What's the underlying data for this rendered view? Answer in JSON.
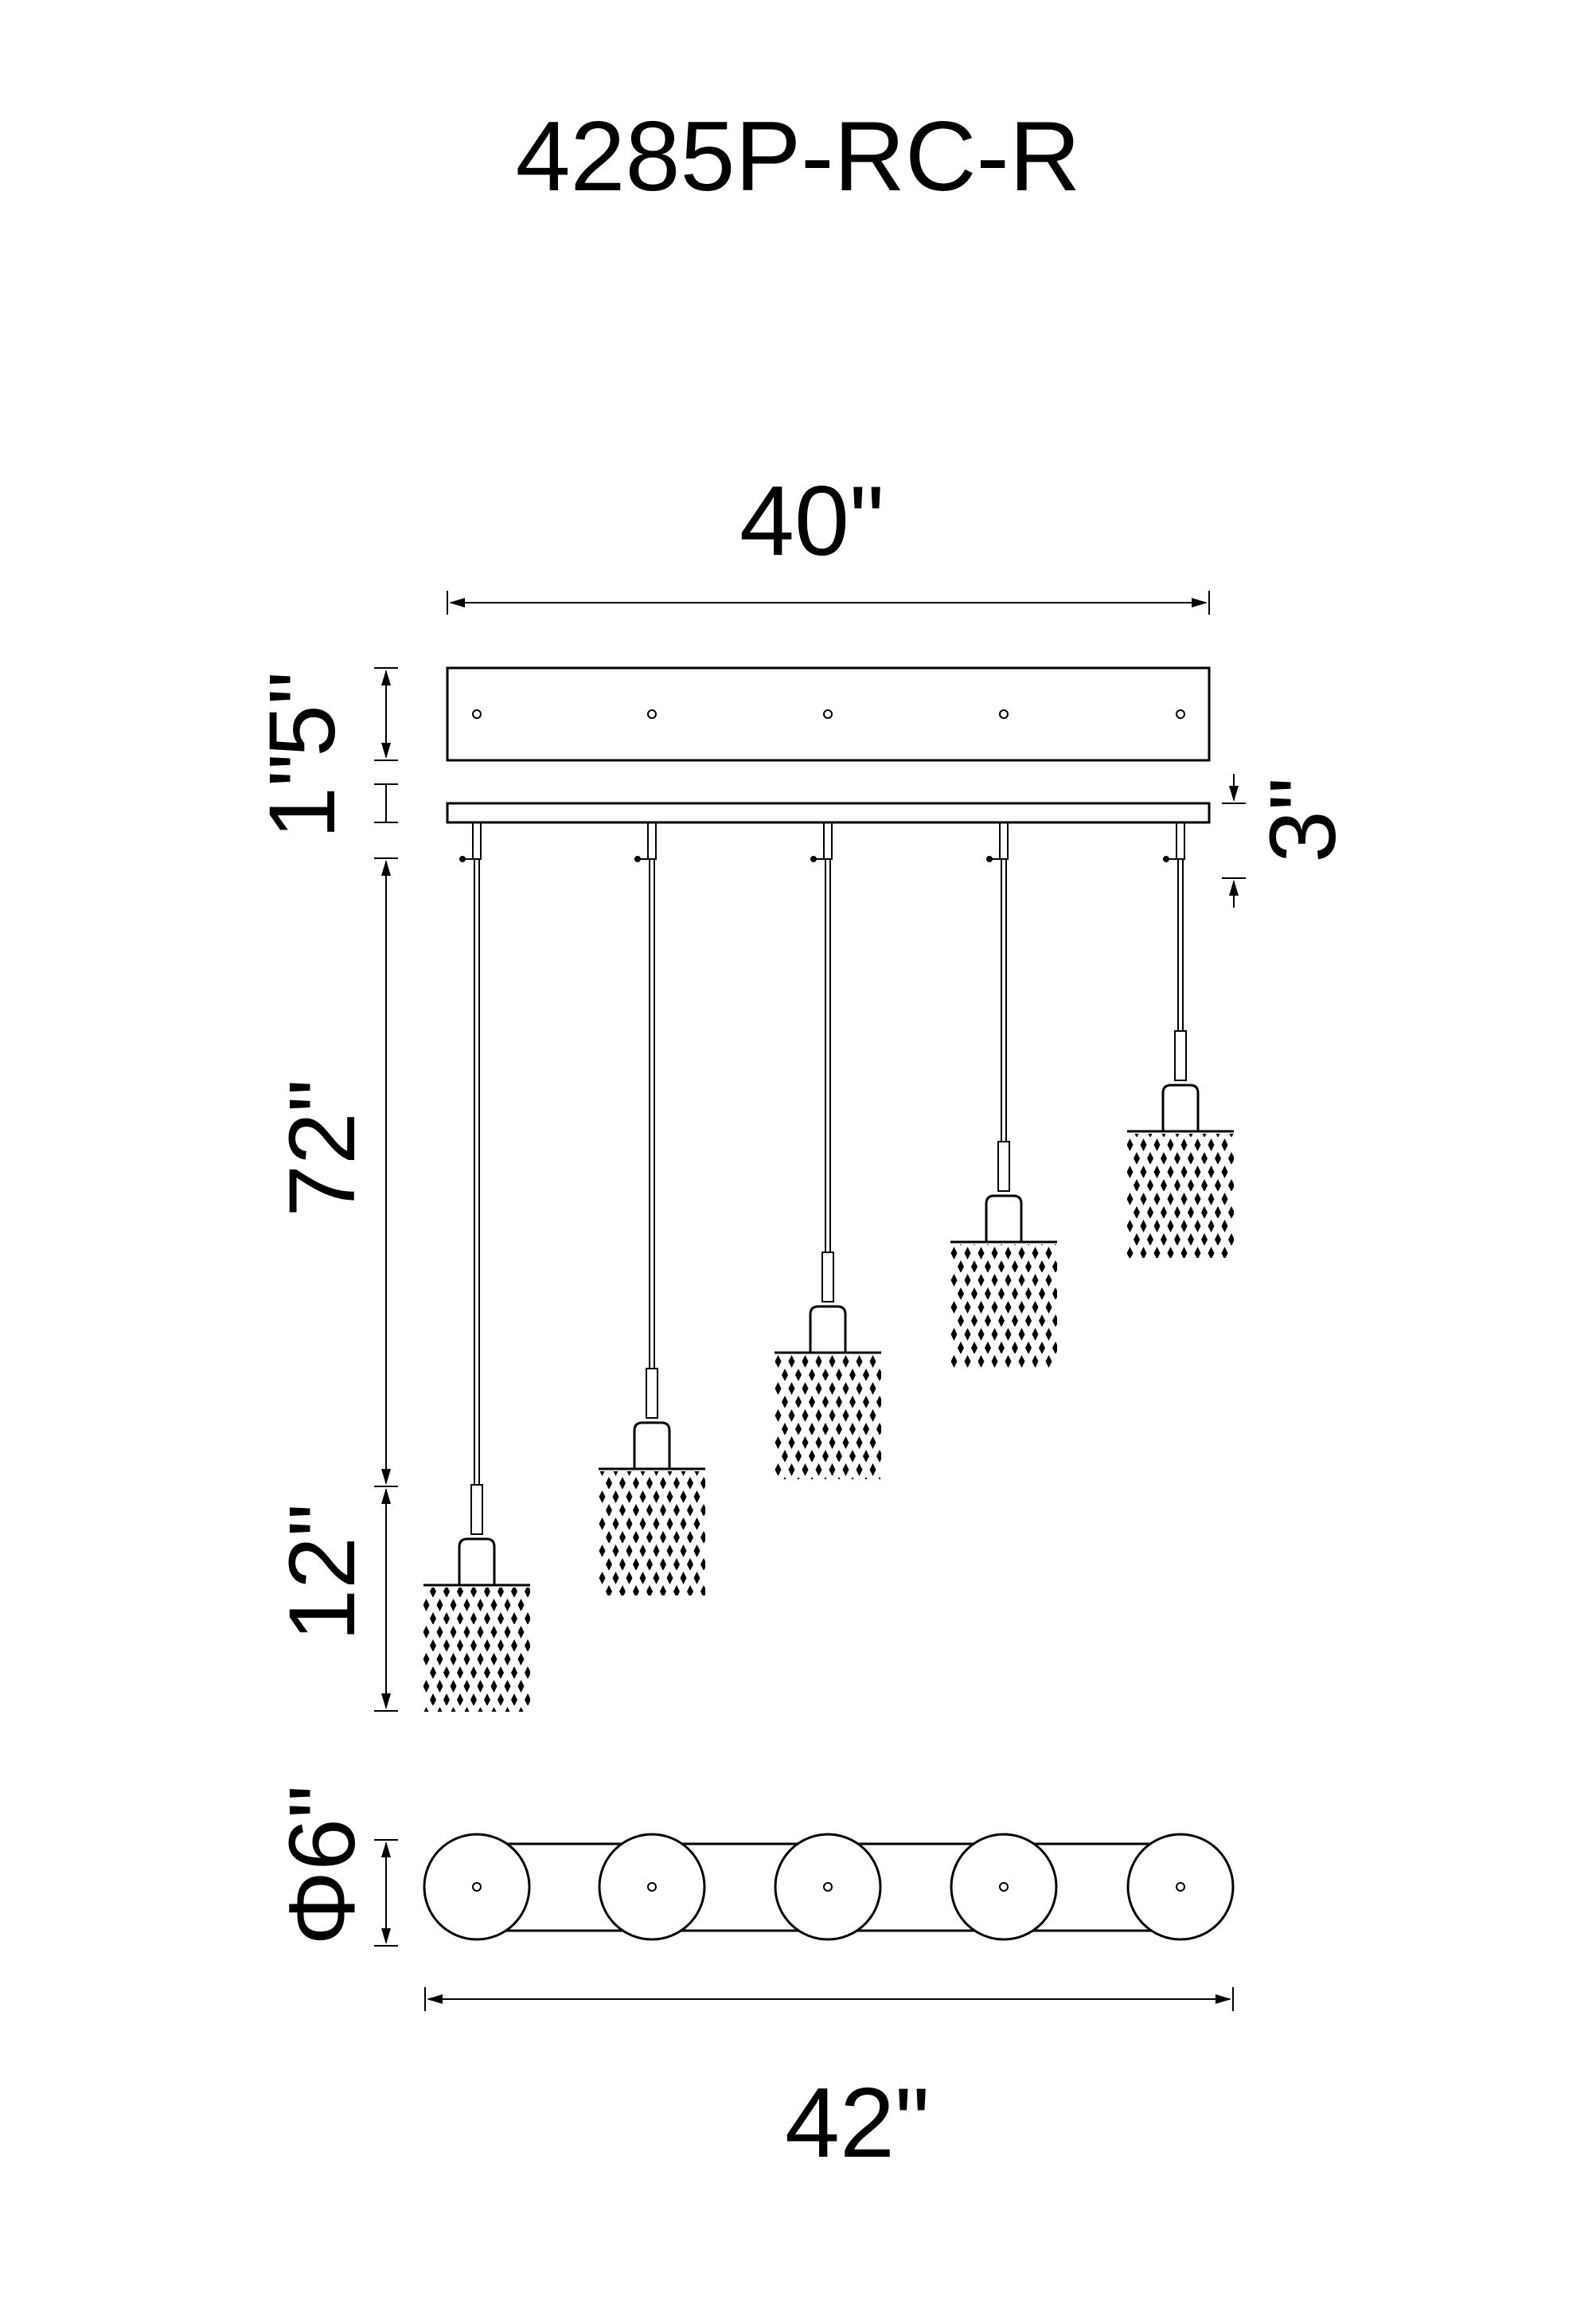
{
  "title": "4285P-RC-R",
  "dimensions": {
    "canopy_width": "40\"",
    "canopy_height": "1\"",
    "canopy_depth": "5\"",
    "bar_height": "3\"",
    "cable_length": "72\"",
    "pendant_height": "12\"",
    "pendant_diameter": "Φ6\"",
    "overall_width": "42\""
  },
  "drawing": {
    "pendant_count": 5,
    "line_color": "#000000",
    "background": "#ffffff"
  }
}
